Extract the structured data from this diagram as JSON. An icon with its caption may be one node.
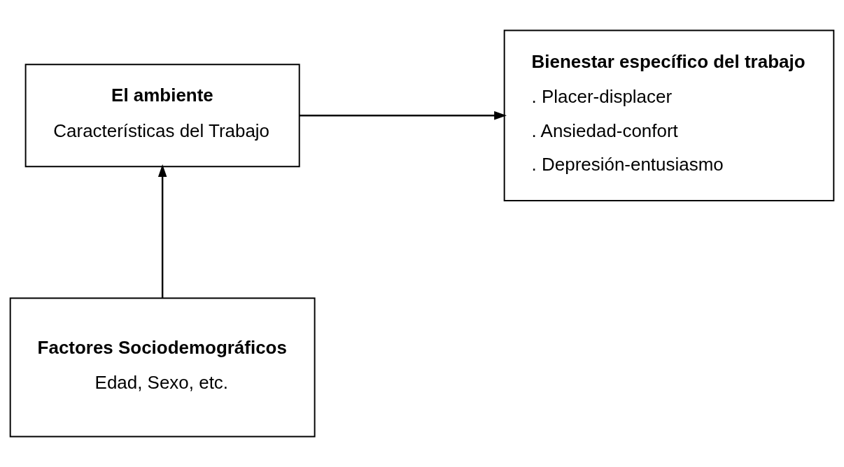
{
  "diagram": {
    "nodes": [
      {
        "text": [
          "El ambiente",
          "Características del Trabajo"
        ]
      },
      {
        "text": [
          "Bienestar específico del trabajo",
          ". Placer-displacer",
          ". Ansiedad-confort",
          ". Depresión-entusiasmo"
        ]
      },
      {
        "text": [
          "Factores Sociodemográficos",
          "Edad, Sexo, etc."
        ]
      }
    ],
    "edges": [
      {
        "from": 0,
        "to": 1,
        "arrow": "to"
      },
      {
        "from": 2,
        "to": 0,
        "arrow": "to"
      }
    ]
  }
}
